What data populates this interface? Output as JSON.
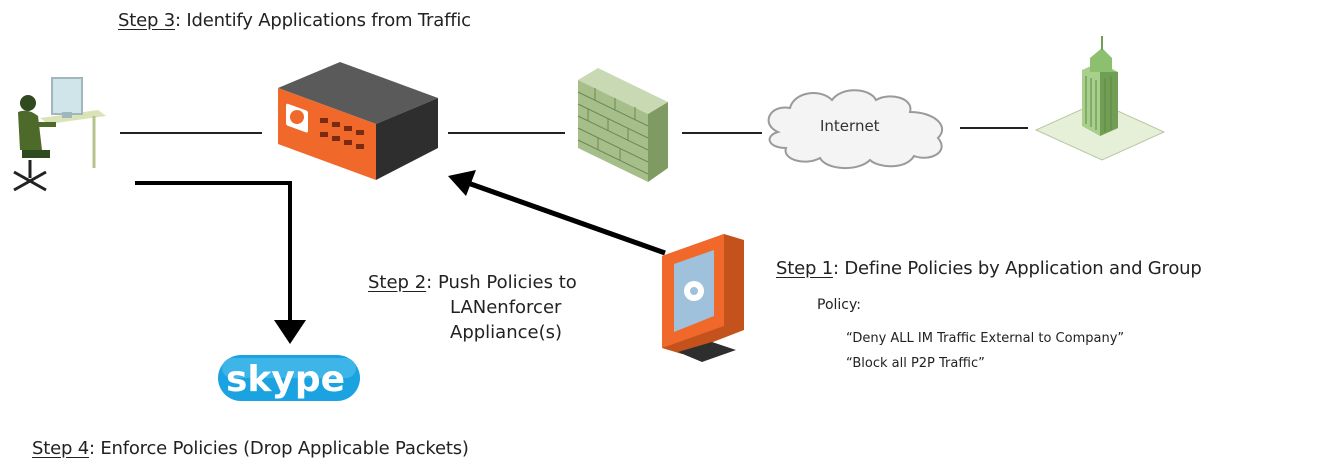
{
  "colors": {
    "appliance_orange": "#f0682a",
    "appliance_dark": "#3a3a3a",
    "firewall_green": "#a6bf8a",
    "building_green": "#8cbf6e",
    "skype_blue": "#1aa3e0",
    "arrow_black": "#000000"
  },
  "nodes": {
    "user": {
      "icon": "user-workstation-icon"
    },
    "appliance": {
      "icon": "lanenforcer-appliance-icon"
    },
    "firewall": {
      "icon": "firewall-brick-wall-icon"
    },
    "internet": {
      "label": "Internet",
      "icon": "cloud-icon"
    },
    "company": {
      "icon": "office-building-icon"
    },
    "console": {
      "icon": "management-console-monitor-icon"
    },
    "skype": {
      "logo_text": "skype",
      "icon": "skype-logo"
    }
  },
  "steps": {
    "step1": {
      "key": "Step 1",
      "text": ": Define Policies by Application and Group"
    },
    "step2": {
      "key": "Step 2",
      "text": ": Push Policies to",
      "lines": [
        "LANenforcer",
        "Appliance(s)"
      ]
    },
    "step3": {
      "key": "Step 3",
      "text": ": Identify Applications from Traffic"
    },
    "step4": {
      "key": "Step 4",
      "text": ": Enforce Policies (Drop Applicable Packets)"
    }
  },
  "policy": {
    "heading": "Policy:",
    "rules": [
      "“Deny ALL IM Traffic External to Company”",
      "“Block all P2P Traffic”"
    ]
  }
}
